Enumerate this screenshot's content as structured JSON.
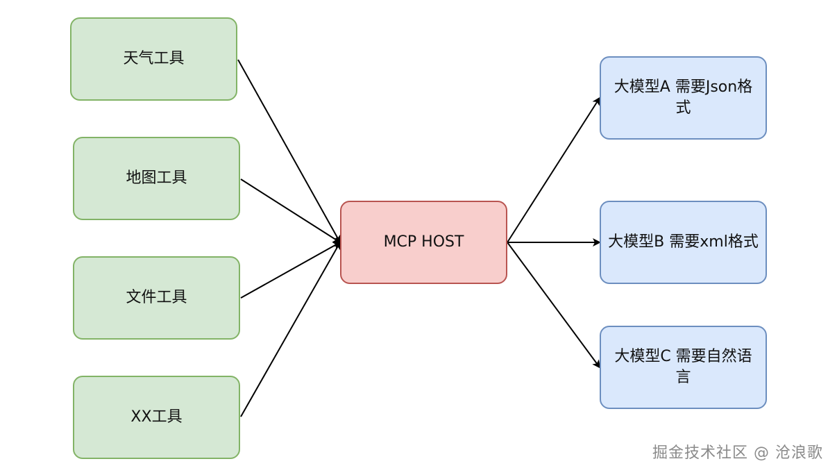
{
  "tools": [
    {
      "label": "天气工具"
    },
    {
      "label": "地图工具"
    },
    {
      "label": "文件工具"
    },
    {
      "label": "XX工具"
    }
  ],
  "host": {
    "label": "MCP HOST"
  },
  "models": [
    {
      "label": "大模型A 需要Json格式"
    },
    {
      "label": "大模型B 需要xml格式"
    },
    {
      "label": "大模型C 需要自然语言"
    }
  ],
  "watermark": "掘金技术社区 @ 沧浪歌",
  "colors": {
    "tool_fill": "#d5e8d4",
    "tool_border": "#82b366",
    "host_fill": "#f8cecc",
    "host_border": "#b85450",
    "model_fill": "#dae8fc",
    "model_border": "#6c8ebf",
    "edge": "#000000"
  }
}
